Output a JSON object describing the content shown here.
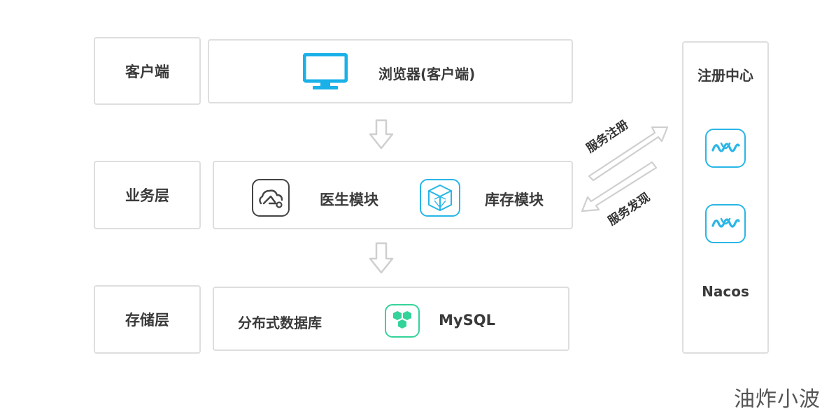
{
  "layers": {
    "client": "客户端",
    "business": "业务层",
    "storage": "存储层"
  },
  "client_row": {
    "browser_label": "浏览器(客户端)"
  },
  "business_row": {
    "doctor_module": "医生模块",
    "inventory_module": "库存模块"
  },
  "storage_row": {
    "db_label": "分布式数据库",
    "mysql_label": "MySQL"
  },
  "registry": {
    "title": "注册中心",
    "name": "Nacos"
  },
  "arrows": {
    "register": "服务注册",
    "discover": "服务发现"
  },
  "watermark": "油炸小波",
  "colors": {
    "border": "#dedede",
    "accent_blue": "#1ab0e8",
    "nacos_blue": "#29b6e6",
    "mysql_green": "#34d39a",
    "arrow_gray": "#cfcfcf"
  }
}
